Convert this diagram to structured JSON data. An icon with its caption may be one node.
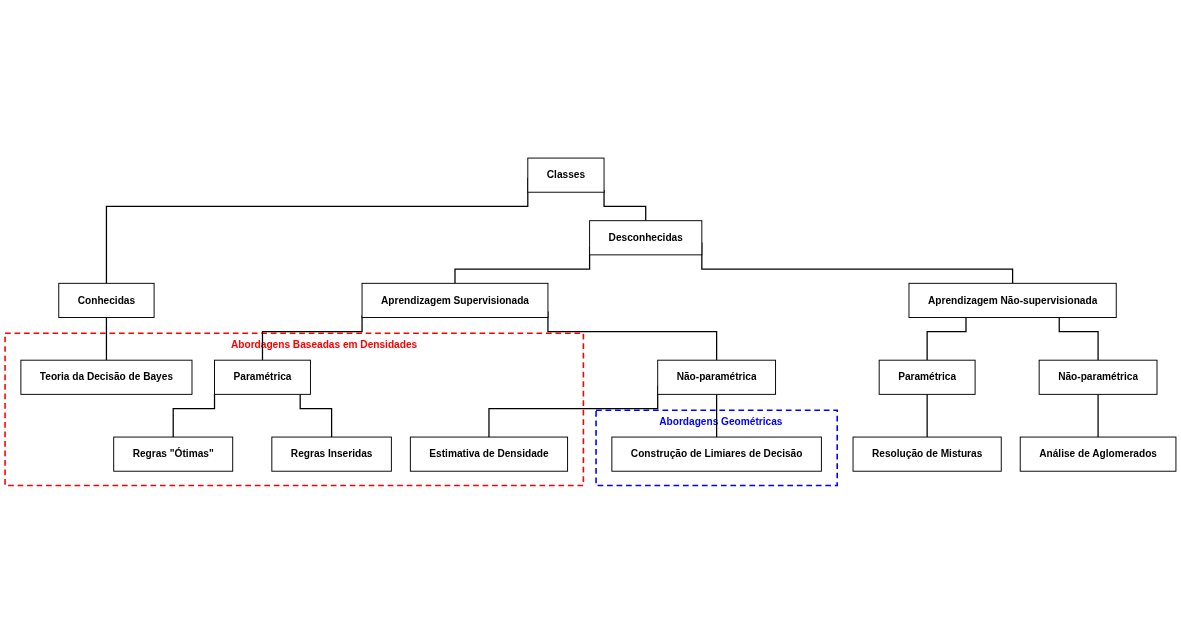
{
  "diagram": {
    "nodes": [
      {
        "text": [
          "Classes"
        ]
      },
      {
        "text": [
          "Conhecidas"
        ]
      },
      {
        "text": [
          "Desconhecidas"
        ]
      },
      {
        "text": [
          "Abordagens Baseadas em Densidades"
        ]
      },
      {
        "text": [
          "Teoria da Decisão de Bayes"
        ],
        "in": 3
      },
      {
        "text": [
          "Aprendizagem Supervisionada"
        ]
      },
      {
        "text": [
          "Aprendizagem Não-supervisionada"
        ]
      },
      {
        "text": [
          "Paramétrica"
        ],
        "in": 3
      },
      {
        "text": [
          "Não-paramétrica"
        ]
      },
      {
        "text": [
          "Paramétrica"
        ]
      },
      {
        "text": [
          "Não-paramétrica"
        ]
      },
      {
        "text": [
          "Regras \"Ótimas\""
        ],
        "in": 3
      },
      {
        "text": [
          "Regras Inseridas"
        ],
        "in": 3
      },
      {
        "text": [
          "Estimativa de Densidade"
        ],
        "in": 3
      },
      {
        "text": [
          "Abordagens Geométricas"
        ]
      },
      {
        "text": [
          "Construção de Limiares de Decisão"
        ],
        "in": 14
      },
      {
        "text": [
          "Resolução de Misturas"
        ]
      },
      {
        "text": [
          "Análise de Aglomerados"
        ]
      }
    ],
    "edges": [
      {
        "from": 0,
        "to": 1,
        "arrow": "none"
      },
      {
        "from": 0,
        "to": 2,
        "arrow": "none"
      },
      {
        "from": 1,
        "to": 4,
        "arrow": "none"
      },
      {
        "from": 2,
        "to": 5,
        "arrow": "none"
      },
      {
        "from": 2,
        "to": 6,
        "arrow": "none"
      },
      {
        "from": 5,
        "to": 7,
        "arrow": "none"
      },
      {
        "from": 5,
        "to": 8,
        "arrow": "none"
      },
      {
        "from": 6,
        "to": 9,
        "arrow": "none"
      },
      {
        "from": 6,
        "to": 10,
        "arrow": "none"
      },
      {
        "from": 7,
        "to": 11,
        "arrow": "none"
      },
      {
        "from": 7,
        "to": 12,
        "arrow": "none"
      },
      {
        "from": 8,
        "to": 13,
        "arrow": "none"
      },
      {
        "from": 8,
        "to": 15,
        "arrow": "none"
      },
      {
        "from": 9,
        "to": 16,
        "arrow": "none"
      },
      {
        "from": 10,
        "to": 17,
        "arrow": "none"
      }
    ]
  }
}
